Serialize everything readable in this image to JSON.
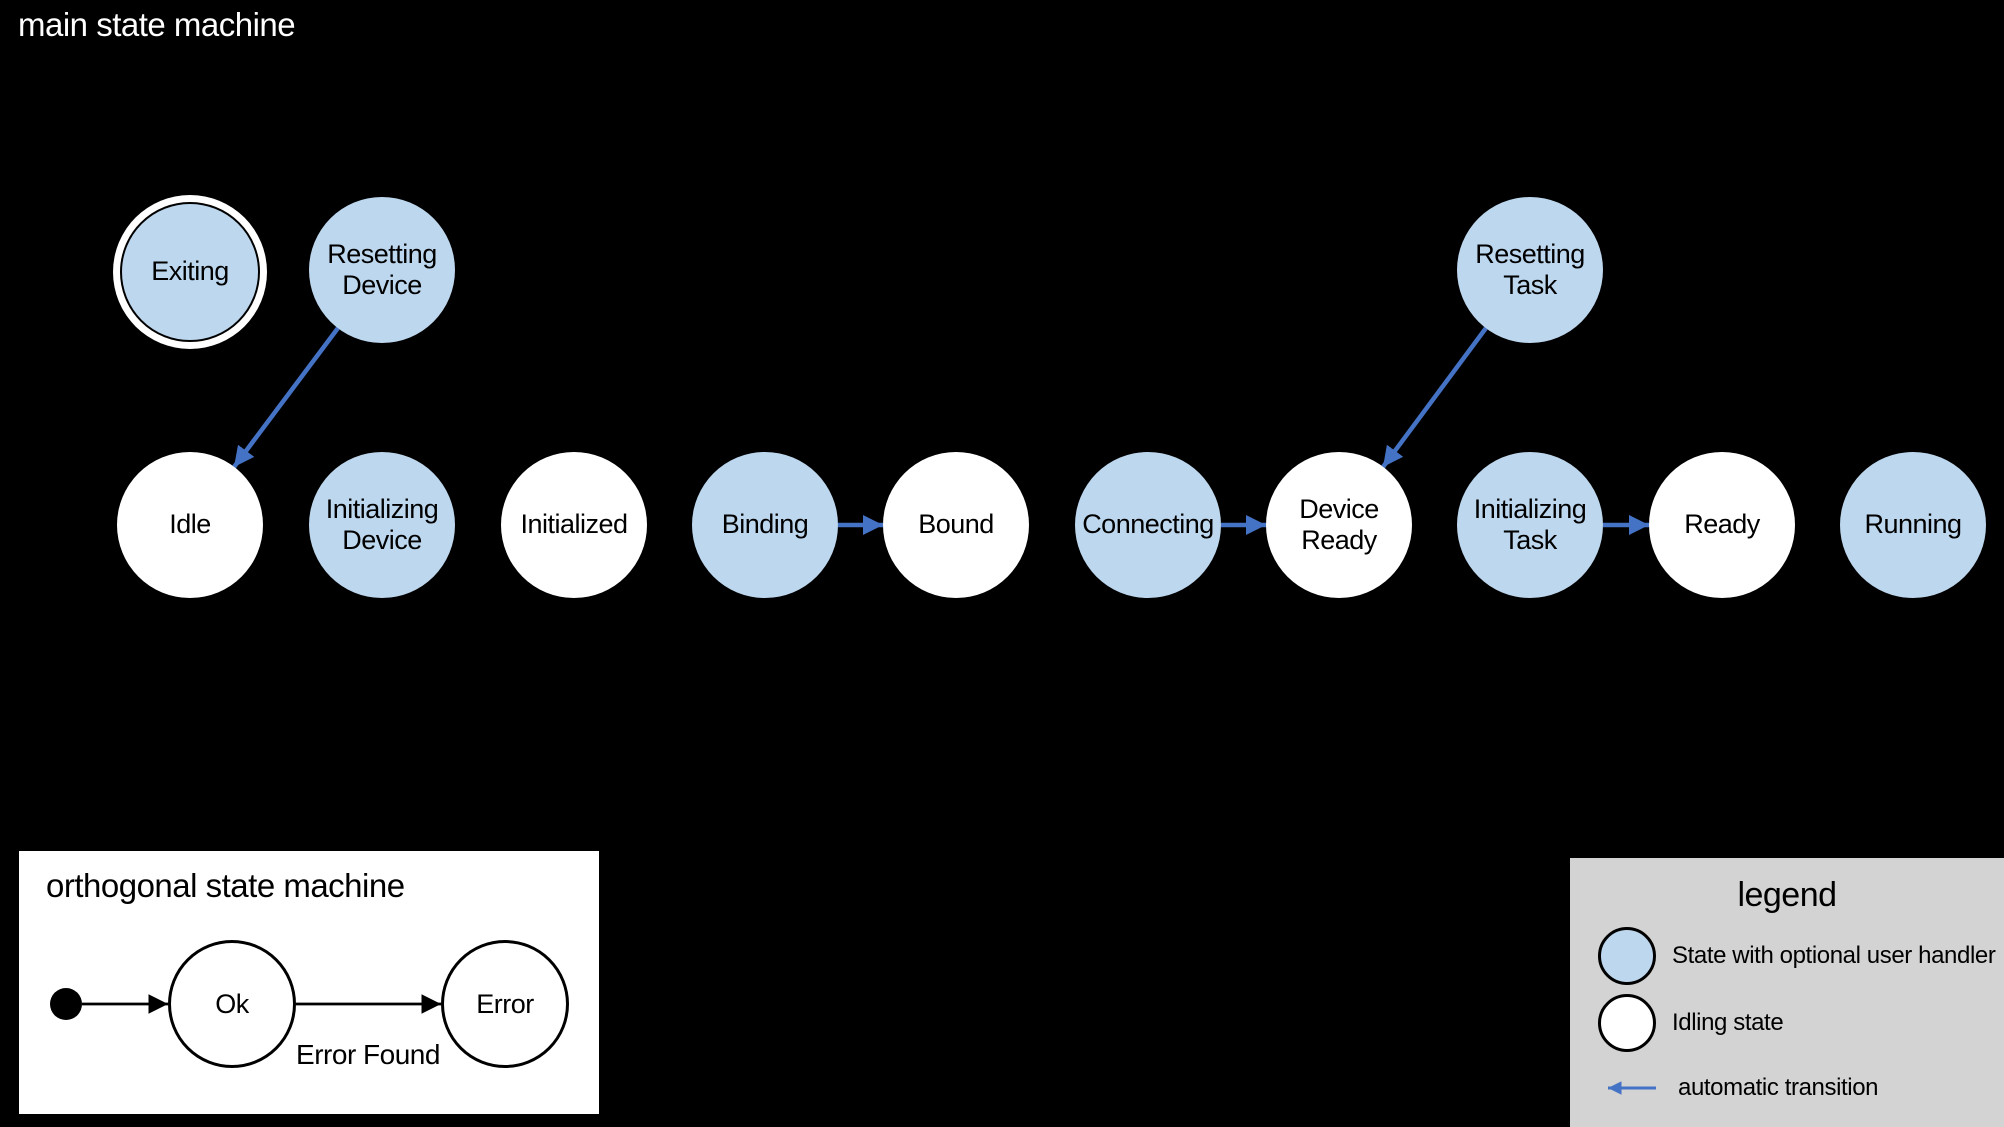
{
  "colors": {
    "background": "#000000",
    "state-blue": "#BDD7EE",
    "state-white": "#FFFFFF",
    "transition-blue": "#4472C4",
    "legend-bg": "#D3D3D3",
    "panel-white": "#FFFFFF",
    "ink": "#000000",
    "text-light": "#FFFFFF"
  },
  "main_machine": {
    "title": "main state machine",
    "states": [
      {
        "label": "Exiting",
        "kind": "handler",
        "final_ring": true
      },
      {
        "label": "Resetting Device",
        "kind": "handler"
      },
      {
        "label": "Idle",
        "kind": "idling"
      },
      {
        "label": "Initializing Device",
        "kind": "handler"
      },
      {
        "label": "Initialized",
        "kind": "idling"
      },
      {
        "label": "Binding",
        "kind": "handler"
      },
      {
        "label": "Bound",
        "kind": "idling"
      },
      {
        "label": "Connecting",
        "kind": "handler"
      },
      {
        "label": "Device Ready",
        "kind": "idling"
      },
      {
        "label": "Initializing Task",
        "kind": "handler"
      },
      {
        "label": "Ready",
        "kind": "idling"
      },
      {
        "label": "Running",
        "kind": "handler"
      },
      {
        "label": "Resetting Task",
        "kind": "handler"
      }
    ],
    "transitions": [
      {
        "from": "Resetting Device",
        "to": "Idle"
      },
      {
        "from": "Binding",
        "to": "Bound"
      },
      {
        "from": "Connecting",
        "to": "Device Ready"
      },
      {
        "from": "Resetting Task",
        "to": "Device Ready"
      },
      {
        "from": "Initializing Task",
        "to": "Ready"
      }
    ]
  },
  "orthogonal_machine": {
    "title": "orthogonal state machine",
    "states": [
      {
        "label": "Ok"
      },
      {
        "label": "Error"
      }
    ],
    "transitions": [
      {
        "from": "initial",
        "to": "Ok",
        "label": ""
      },
      {
        "from": "Ok",
        "to": "Error",
        "label": "Error Found"
      }
    ]
  },
  "legend": {
    "title": "legend",
    "items": [
      {
        "icon": "handler-state-circle",
        "label": "State with optional user handler"
      },
      {
        "icon": "idling-state-circle",
        "label": "Idling state"
      },
      {
        "icon": "automatic-transition-arrow",
        "label": "automatic transition"
      }
    ]
  }
}
